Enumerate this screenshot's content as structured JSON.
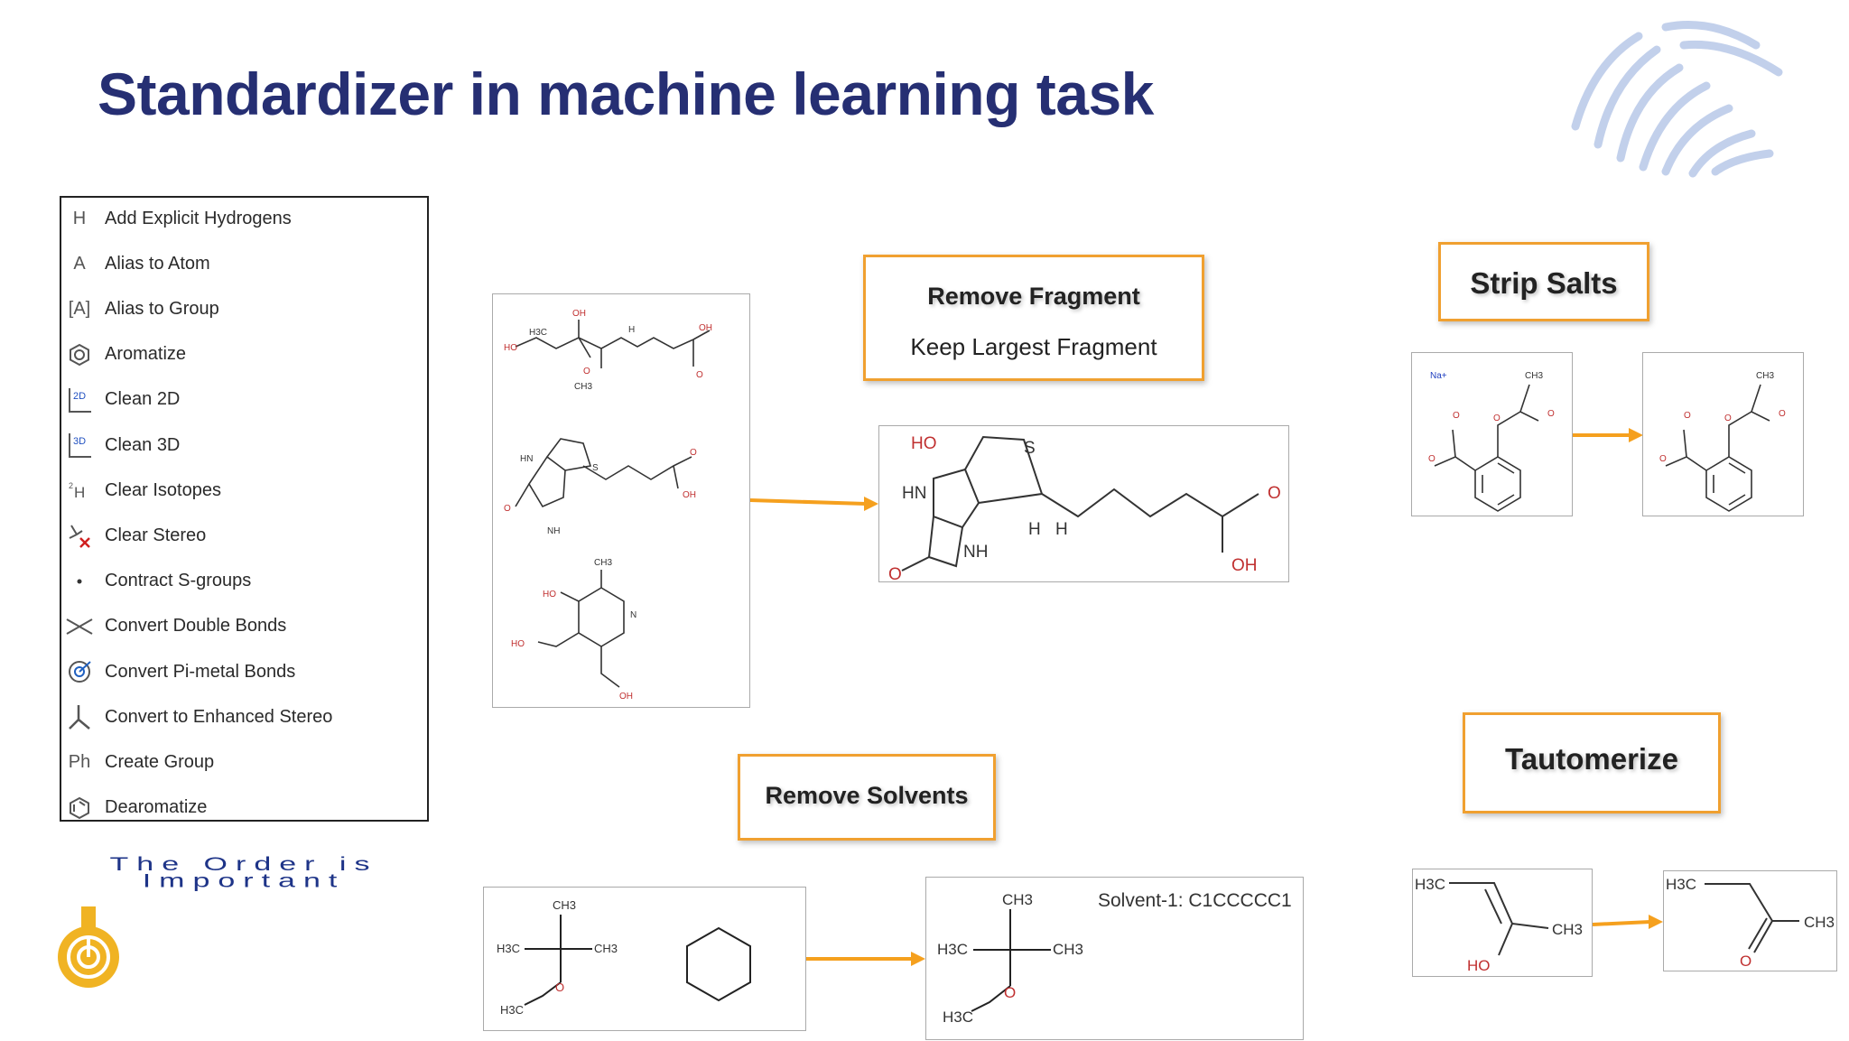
{
  "title": "Standardizer in machine learning task",
  "menu": {
    "items": [
      {
        "icon": "H",
        "label": "Add Explicit Hydrogens"
      },
      {
        "icon": "A",
        "label": "Alias to Atom"
      },
      {
        "icon": "[A]",
        "label": "Alias to Group"
      },
      {
        "icon": "hexagon-ring-icon",
        "label": "Aromatize"
      },
      {
        "icon": "clean-2d-icon",
        "label": "Clean 2D"
      },
      {
        "icon": "clean-3d-icon",
        "label": "Clean 3D"
      },
      {
        "icon": "isotope-h-icon",
        "label": "Clear Isotopes"
      },
      {
        "icon": "clear-stereo-icon",
        "label": "Clear Stereo"
      },
      {
        "icon": "dot-icon",
        "label": "Contract S-groups"
      },
      {
        "icon": "double-bond-icon",
        "label": "Convert Double Bonds"
      },
      {
        "icon": "pi-metal-icon",
        "label": "Convert Pi-metal Bonds"
      },
      {
        "icon": "enhanced-stereo-icon",
        "label": "Convert to Enhanced Stereo"
      },
      {
        "icon": "Ph",
        "label": "Create Group"
      },
      {
        "icon": "dearomatize-icon",
        "label": "Dearomatize"
      }
    ]
  },
  "order_note": {
    "line1": "The Order is",
    "line2": "Important"
  },
  "remove_fragment": {
    "title": "Remove Fragment",
    "subtitle": "Keep Largest Fragment"
  },
  "strip_salts": {
    "title": "Strip Salts"
  },
  "remove_solvents": {
    "title": "Remove Solvents",
    "solvent_note": "Solvent-1: C1CCCCC1"
  },
  "tautomerize": {
    "title": "Tautomerize"
  },
  "colors": {
    "title": "#262f73",
    "accent": "#f0a030",
    "arrow": "#f5a01e",
    "oxygen": "#d03030"
  }
}
